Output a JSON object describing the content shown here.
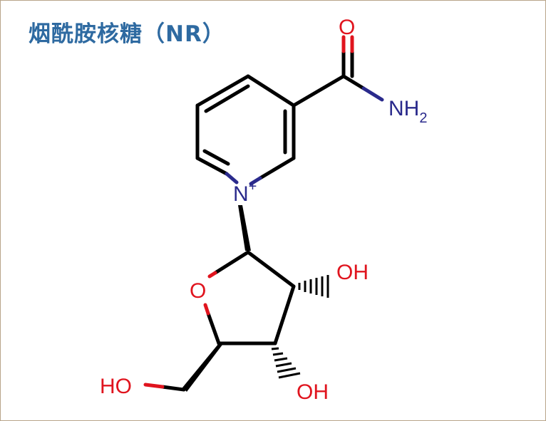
{
  "title": "烟酰胺核糖（NR）",
  "atoms": {
    "carbonyl_o": "O",
    "amide_n": "NH",
    "amide_n_sub": "2",
    "ring_n": "N",
    "ring_n_charge": "+",
    "ring_o": "O",
    "oh_c2": "OH",
    "oh_c3": "OH",
    "oh_c5": "HO"
  },
  "colors": {
    "title": "#2e6aa1",
    "nitrogen": "#2a2a8c",
    "oxygen": "#e0141e",
    "bond": "#000000",
    "border": "#b8a48a"
  }
}
